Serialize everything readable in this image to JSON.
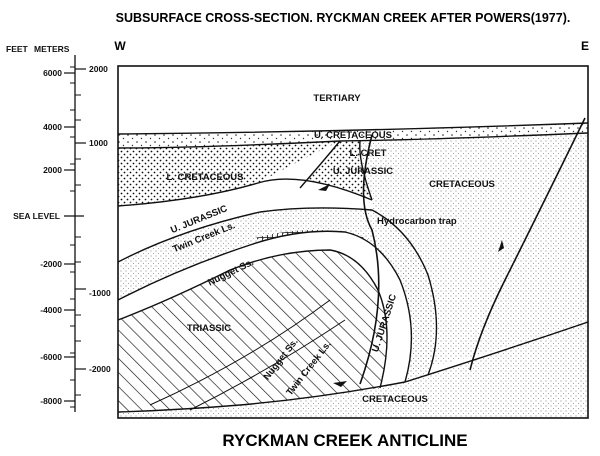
{
  "header": {
    "title": "SUBSURFACE CROSS-SECTION.  RYCKMAN CREEK AFTER POWERS(1977).",
    "footer": "RYCKMAN CREEK ANTICLINE",
    "west": "W",
    "east": "E"
  },
  "axis": {
    "feet_label": "FEET",
    "meters_label": "METERS",
    "feet_ticks": [
      "6000",
      "4000",
      "2000",
      "SEA LEVEL",
      "-2000",
      "-4000",
      "-6000",
      "-8000"
    ],
    "meter_ticks": [
      "2000",
      "1000",
      "-1000",
      "-2000"
    ]
  },
  "units": {
    "tertiary": "TERTIARY",
    "u_cretaceous": "U. CRETACEOUS",
    "l_cret": "L. CRET",
    "l_cretaceous": "L. CRETACEOUS",
    "u_jurassic_core": "U. JURASSIC",
    "cretaceous_east": "CRETACEOUS",
    "u_jurassic_west": "U. JURASSIC",
    "hydrocarbon_trap": "Hydrocarbon trap",
    "twin_creek_west": "Twin Creek Ls.",
    "nugget_west": "Nugget Ss.",
    "triassic": "TRIASSIC",
    "nugget_south": "Nugget Ss.",
    "twin_creek_south": "Twin Creek Ls.",
    "u_jurassic_south": "U. JURASSIC",
    "cretaceous_base": "CRETACEOUS"
  },
  "colors": {
    "ink": "#111111",
    "paper": "#ffffff",
    "stipple": "#9a9a9a"
  }
}
